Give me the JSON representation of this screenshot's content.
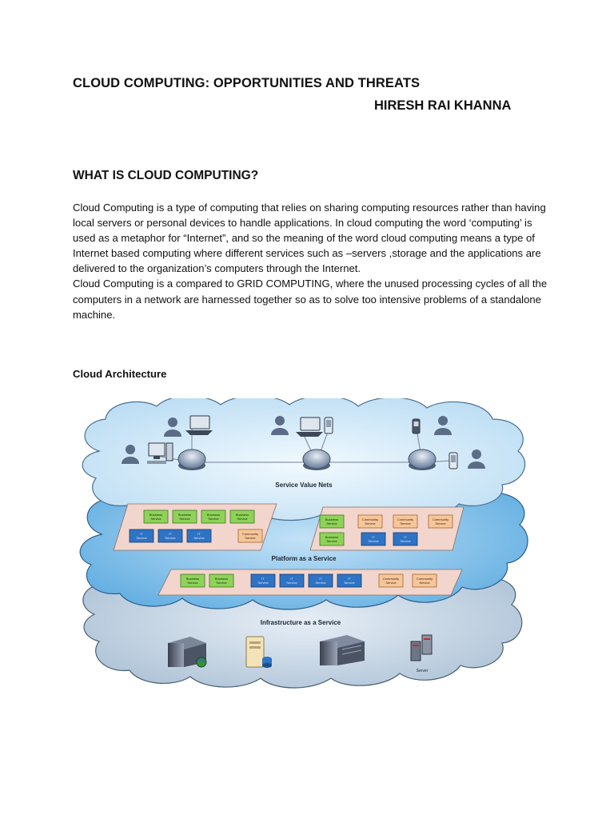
{
  "document": {
    "title": "CLOUD COMPUTING: OPPORTUNITIES AND THREATS",
    "author": "HIRESH RAI KHANNA",
    "section_heading": "WHAT IS CLOUD COMPUTING?",
    "paragraphs": [
      "Cloud Computing is a type of computing that relies on sharing computing resources rather than having local servers or personal devices to handle applications. In cloud computing the word ‘computing’ is used as a metaphor for “Internet”, and so the meaning of the word cloud computing means a type of Internet based computing where different services such as –servers ,storage and the applications are delivered to the organization’s computers through the Internet.",
      "Cloud Computing is a compared to GRID COMPUTING, where the unused processing cycles of all the computers  in a network are harnessed together so as to solve too intensive problems of a standalone machine."
    ],
    "figure_caption": "Cloud Architecture"
  },
  "diagram": {
    "layers": {
      "service_value_nets": "Service Value Nets",
      "platform": "Platform as a Service",
      "infrastructure": "Infrastructure as a Service"
    },
    "service_labels": {
      "business": [
        "Business",
        "Service"
      ],
      "community": [
        "Community",
        "Service"
      ],
      "it": [
        "IT",
        "Service"
      ]
    },
    "server_label": "Server",
    "colors": {
      "cloud_top": "#d7ecf8",
      "cloud_mid": "#8fc6ec",
      "cloud_bottom": "#c9d8e6",
      "panel": "#f2d5cc",
      "business_service": "#8fd25a",
      "community_service": "#f6c69a",
      "it_service": "#2f73c4"
    }
  }
}
